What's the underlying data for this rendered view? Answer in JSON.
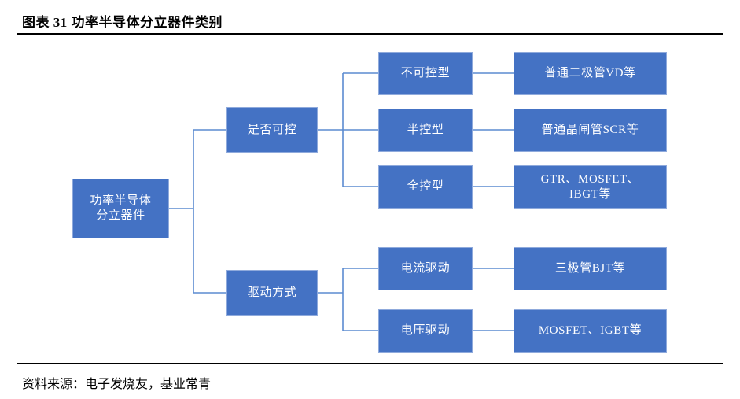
{
  "figure": {
    "title": "图表 31  功率半导体分立器件类别",
    "source": "资料来源：电子发烧友，基业常青"
  },
  "colors": {
    "node_fill": "#4472C4",
    "node_border": "#8FAADC",
    "node_text": "#FFFFFF",
    "connector": "#5B8BD0",
    "rule": "#000000",
    "background": "#FFFFFF"
  },
  "diagram": {
    "type": "tree",
    "orientation": "left-to-right",
    "root": {
      "label": "功率半导体\n分立器件"
    },
    "branches": [
      {
        "label": "是否可控",
        "children": [
          {
            "label": "不可控型",
            "leaf": "普通二极管VD等"
          },
          {
            "label": "半控型",
            "leaf": "普通晶闸管SCR等"
          },
          {
            "label": "全控型",
            "leaf": "GTR、MOSFET、\nIBGT等"
          }
        ]
      },
      {
        "label": "驱动方式",
        "children": [
          {
            "label": "电流驱动",
            "leaf": "三极管BJT等"
          },
          {
            "label": "电压驱动",
            "leaf": "MOSFET、IGBT等"
          }
        ]
      }
    ]
  }
}
